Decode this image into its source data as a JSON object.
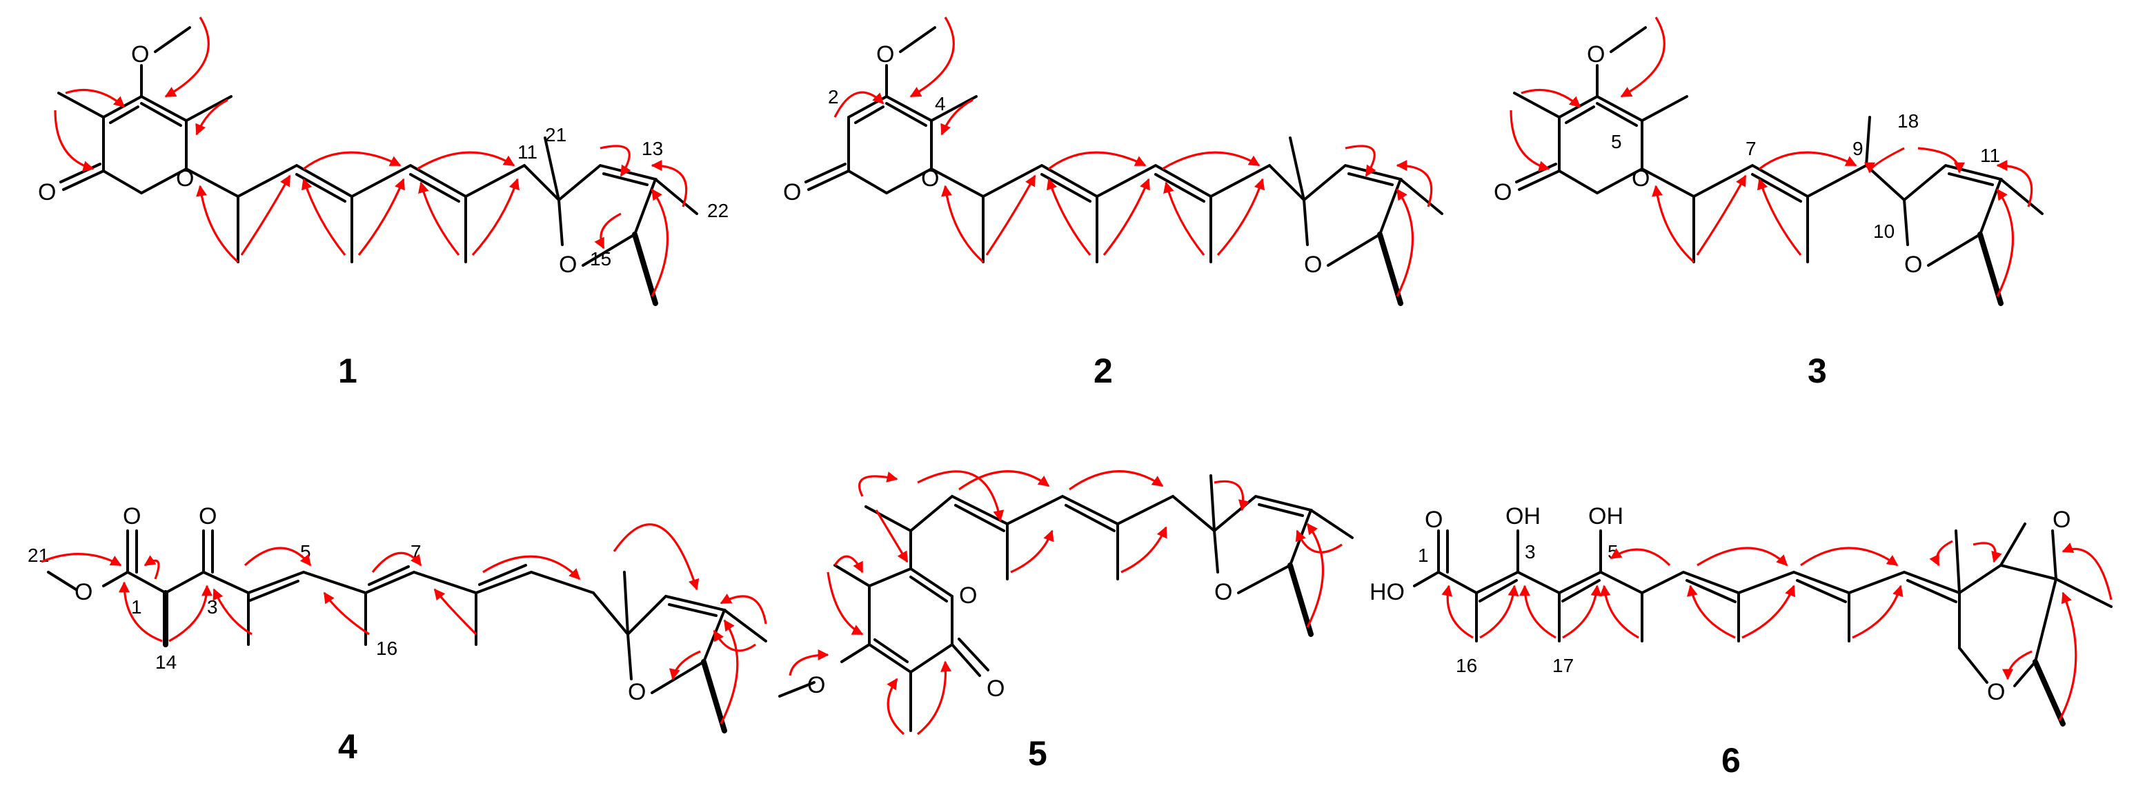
{
  "figure": {
    "compounds": [
      {
        "label": "1",
        "atom_labels": [
          "O",
          "O",
          "O",
          "O"
        ],
        "numbers": [
          "11",
          "21",
          "13",
          "22",
          "15"
        ]
      },
      {
        "label": "2",
        "atom_labels": [
          "O",
          "O",
          "O",
          "O"
        ],
        "numbers": [
          "2",
          "4"
        ]
      },
      {
        "label": "3",
        "atom_labels": [
          "O",
          "O",
          "O",
          "O"
        ],
        "numbers": [
          "7",
          "9",
          "18",
          "11",
          "5",
          "10"
        ]
      },
      {
        "label": "4",
        "atom_labels": [
          "O",
          "O",
          "O",
          "O"
        ],
        "numbers": [
          "21",
          "1",
          "3",
          "14",
          "5",
          "7",
          "16"
        ]
      },
      {
        "label": "5",
        "atom_labels": [
          "O",
          "O",
          "O",
          "O"
        ],
        "numbers": []
      },
      {
        "label": "6",
        "atom_labels": [
          "OH",
          "OH",
          "O",
          "HO",
          "O",
          "O"
        ],
        "numbers": [
          "1",
          "3",
          "5",
          "16",
          "17"
        ]
      }
    ],
    "colors": {
      "bonds": "#000000",
      "hmbc_arrows": "#ff0000",
      "background": "#ffffff"
    }
  }
}
